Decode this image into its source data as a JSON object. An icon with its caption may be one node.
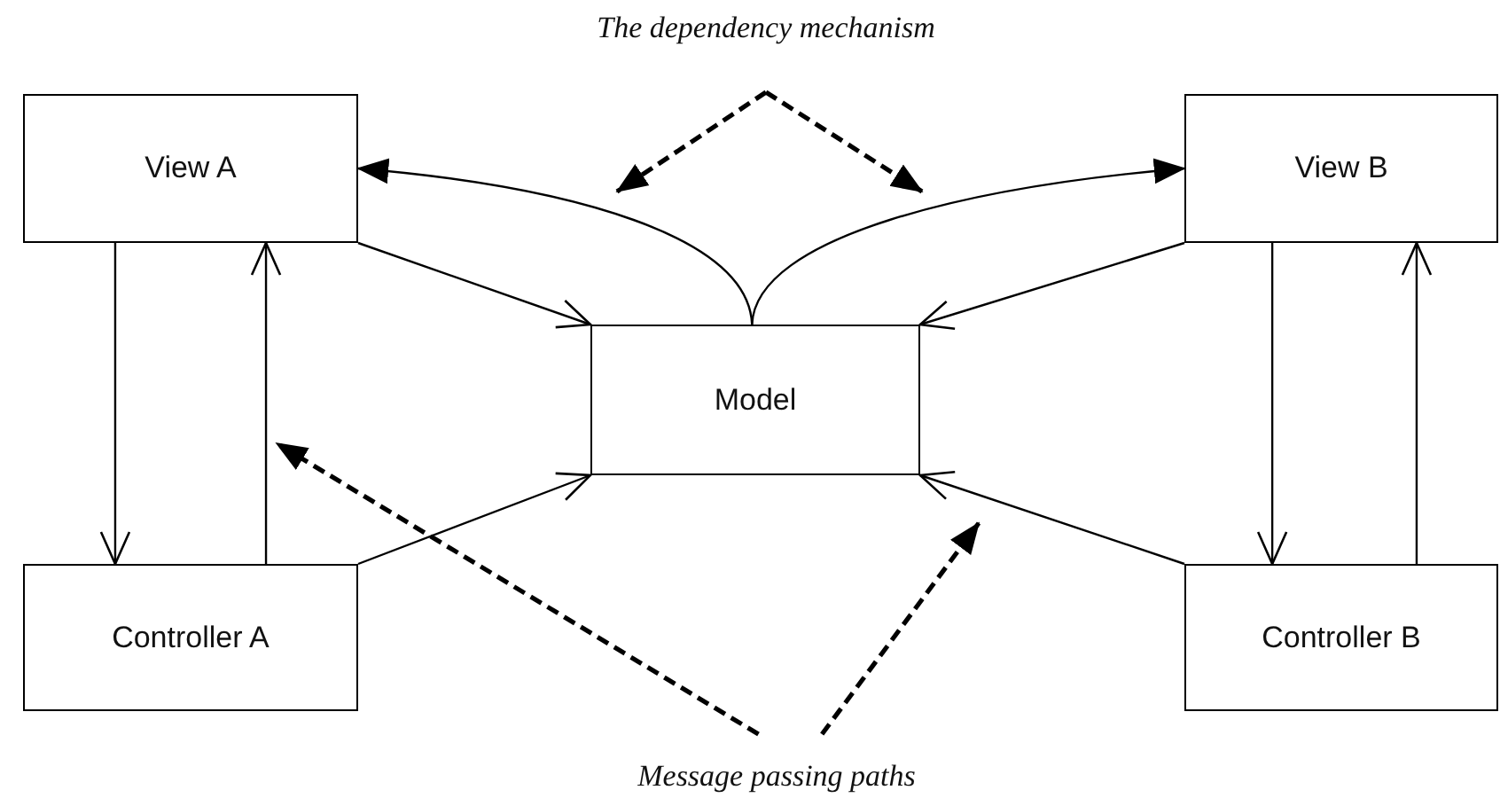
{
  "diagram": {
    "nodes": [
      {
        "text": [
          "The dependency mechanism"
        ]
      },
      {
        "text": [
          "View A"
        ]
      },
      {
        "text": [
          "View B"
        ]
      },
      {
        "text": [
          "Model"
        ]
      },
      {
        "text": [
          "Controller A"
        ]
      },
      {
        "text": [
          "Controller B"
        ]
      },
      {
        "text": [
          "Message passing paths"
        ]
      }
    ],
    "edges": [
      {
        "from": 1,
        "to": 4,
        "arrow": "to"
      },
      {
        "from": 4,
        "to": 1,
        "arrow": "to"
      },
      {
        "from": 1,
        "to": 3,
        "arrow": "to"
      },
      {
        "from": 4,
        "to": 3,
        "arrow": "to"
      },
      {
        "from": 2,
        "to": 3,
        "arrow": "to"
      },
      {
        "from": 5,
        "to": 3,
        "arrow": "to"
      },
      {
        "from": 2,
        "to": 5,
        "arrow": "to"
      },
      {
        "from": 5,
        "to": 2,
        "arrow": "to"
      },
      {
        "from": 3,
        "to": 1,
        "arrow": "to"
      },
      {
        "from": 3,
        "to": 2,
        "arrow": "to"
      },
      {
        "from": 0,
        "to": null,
        "arrow": "to",
        "style": "dashed"
      },
      {
        "from": 0,
        "to": null,
        "arrow": "to",
        "style": "dashed"
      },
      {
        "from": 6,
        "to": null,
        "arrow": "to",
        "style": "dashed"
      },
      {
        "from": 6,
        "to": null,
        "arrow": "to",
        "style": "dashed"
      }
    ]
  }
}
